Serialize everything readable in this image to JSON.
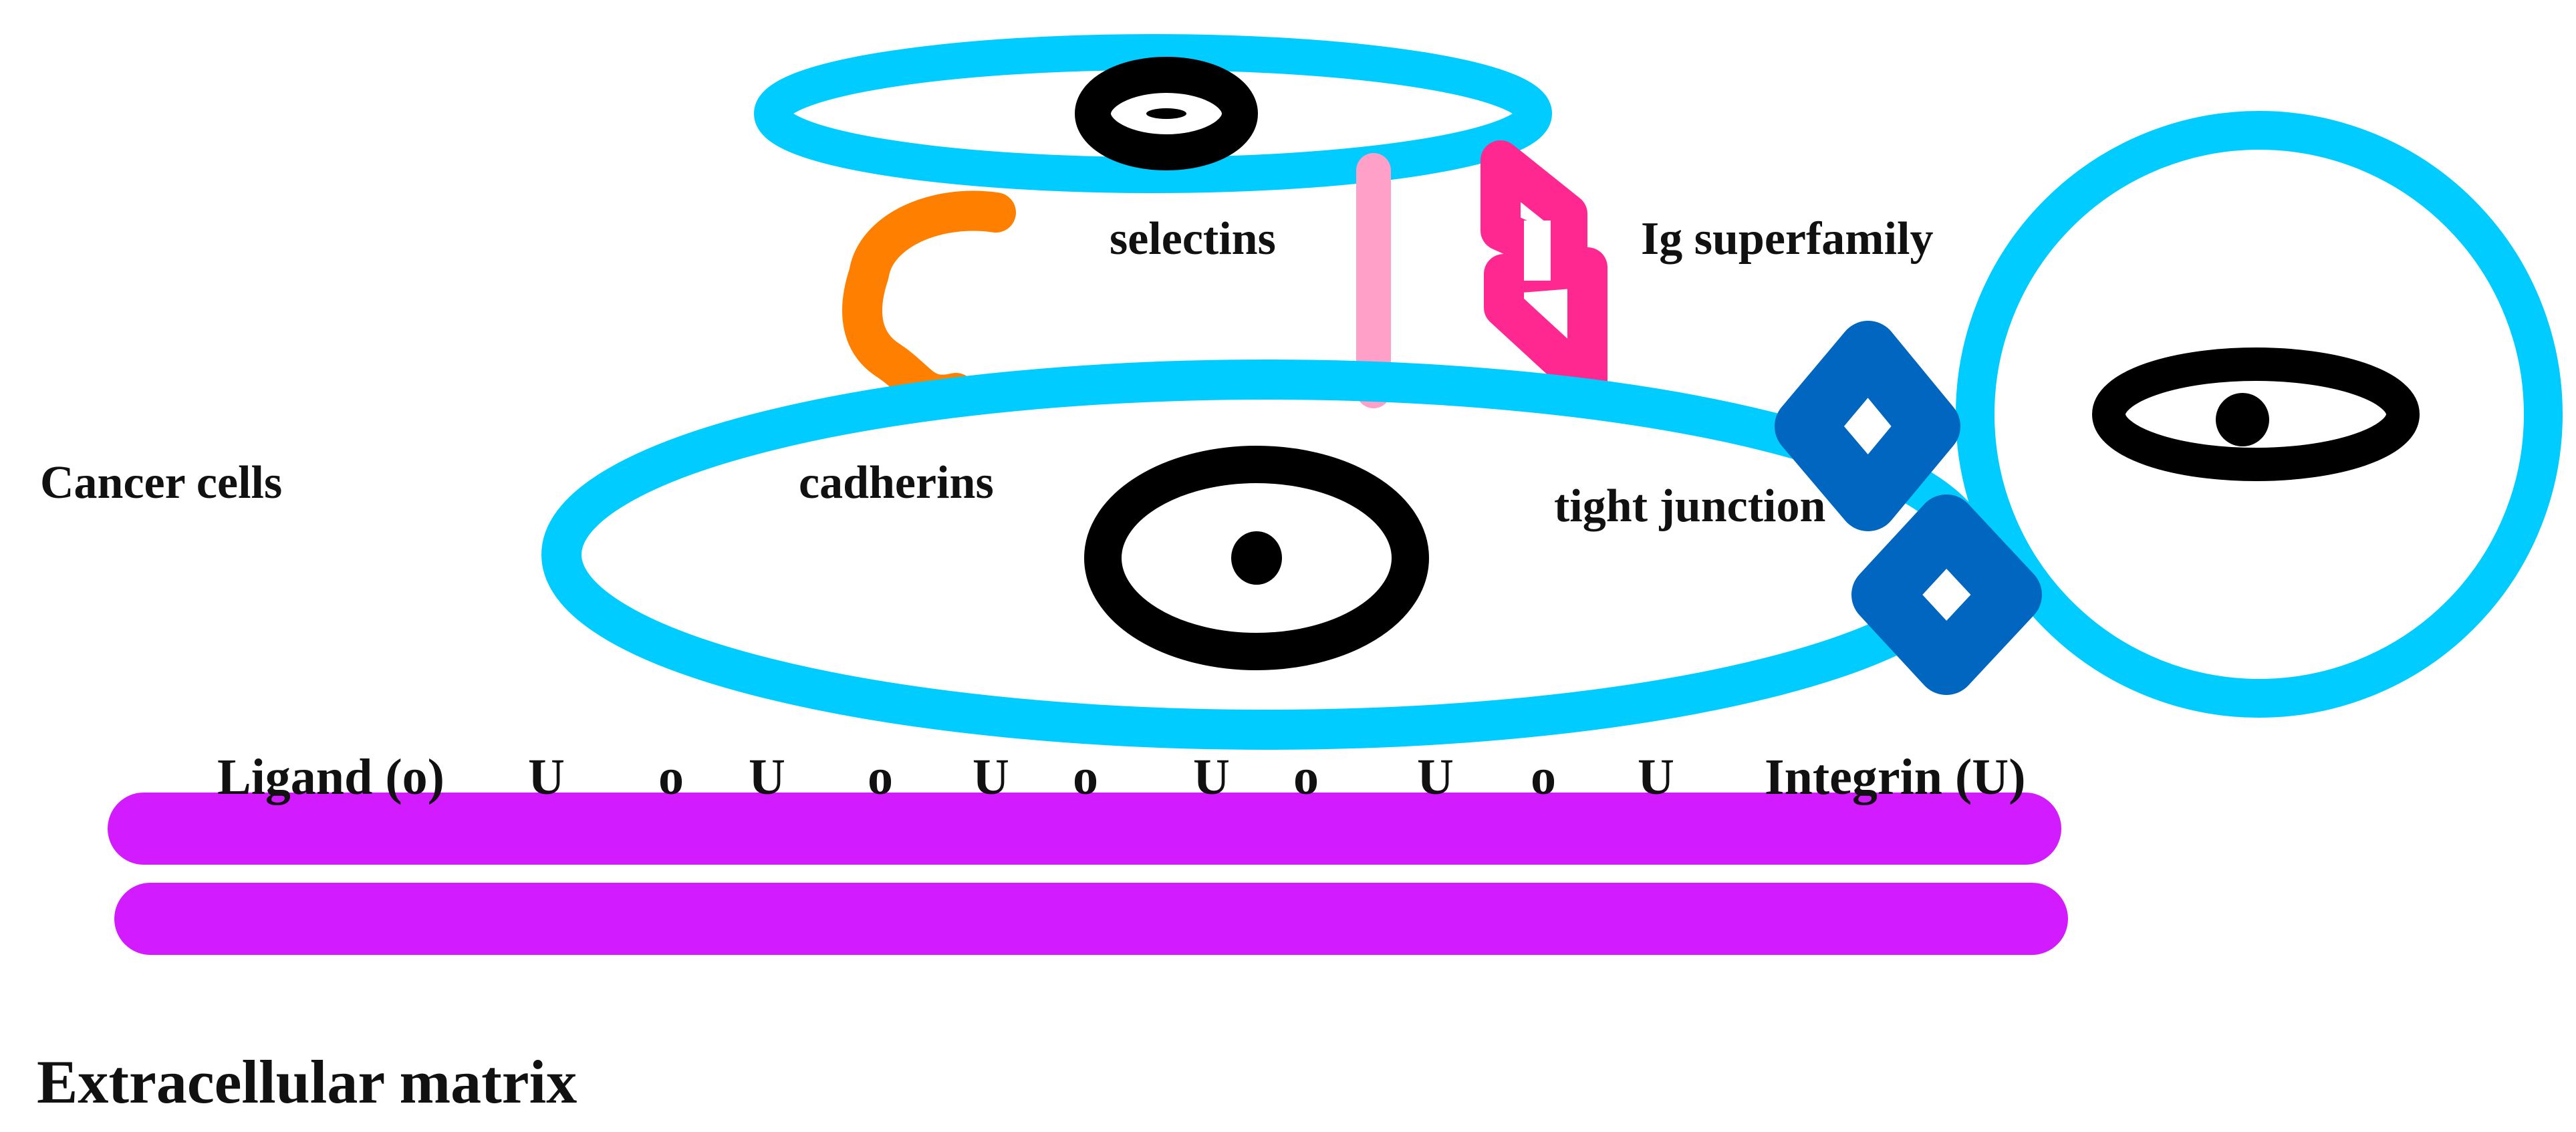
{
  "labels": {
    "cancer_cells": "Cancer cells",
    "selectins": "selectins",
    "ig_superfamily": "Ig superfamily",
    "cadherins": "cadherins",
    "tight_junction": "tight junction",
    "ligand": "Ligand (o)",
    "integrin": "Integrin (U)",
    "extracellular_matrix": "Extracellular matrix"
  },
  "binding_row": {
    "integrin_symbol": "U",
    "ligand_symbol": "o"
  },
  "colors": {
    "cell_membrane": "#00ccff",
    "nucleus": "#000000",
    "cadherin": "#ff8000",
    "selectin": "#ffa0c8",
    "ig_superfamily": "#ff2890",
    "tight_junction": "#0066c0",
    "extracellular_matrix": "#d21cff",
    "text": "#111111"
  }
}
